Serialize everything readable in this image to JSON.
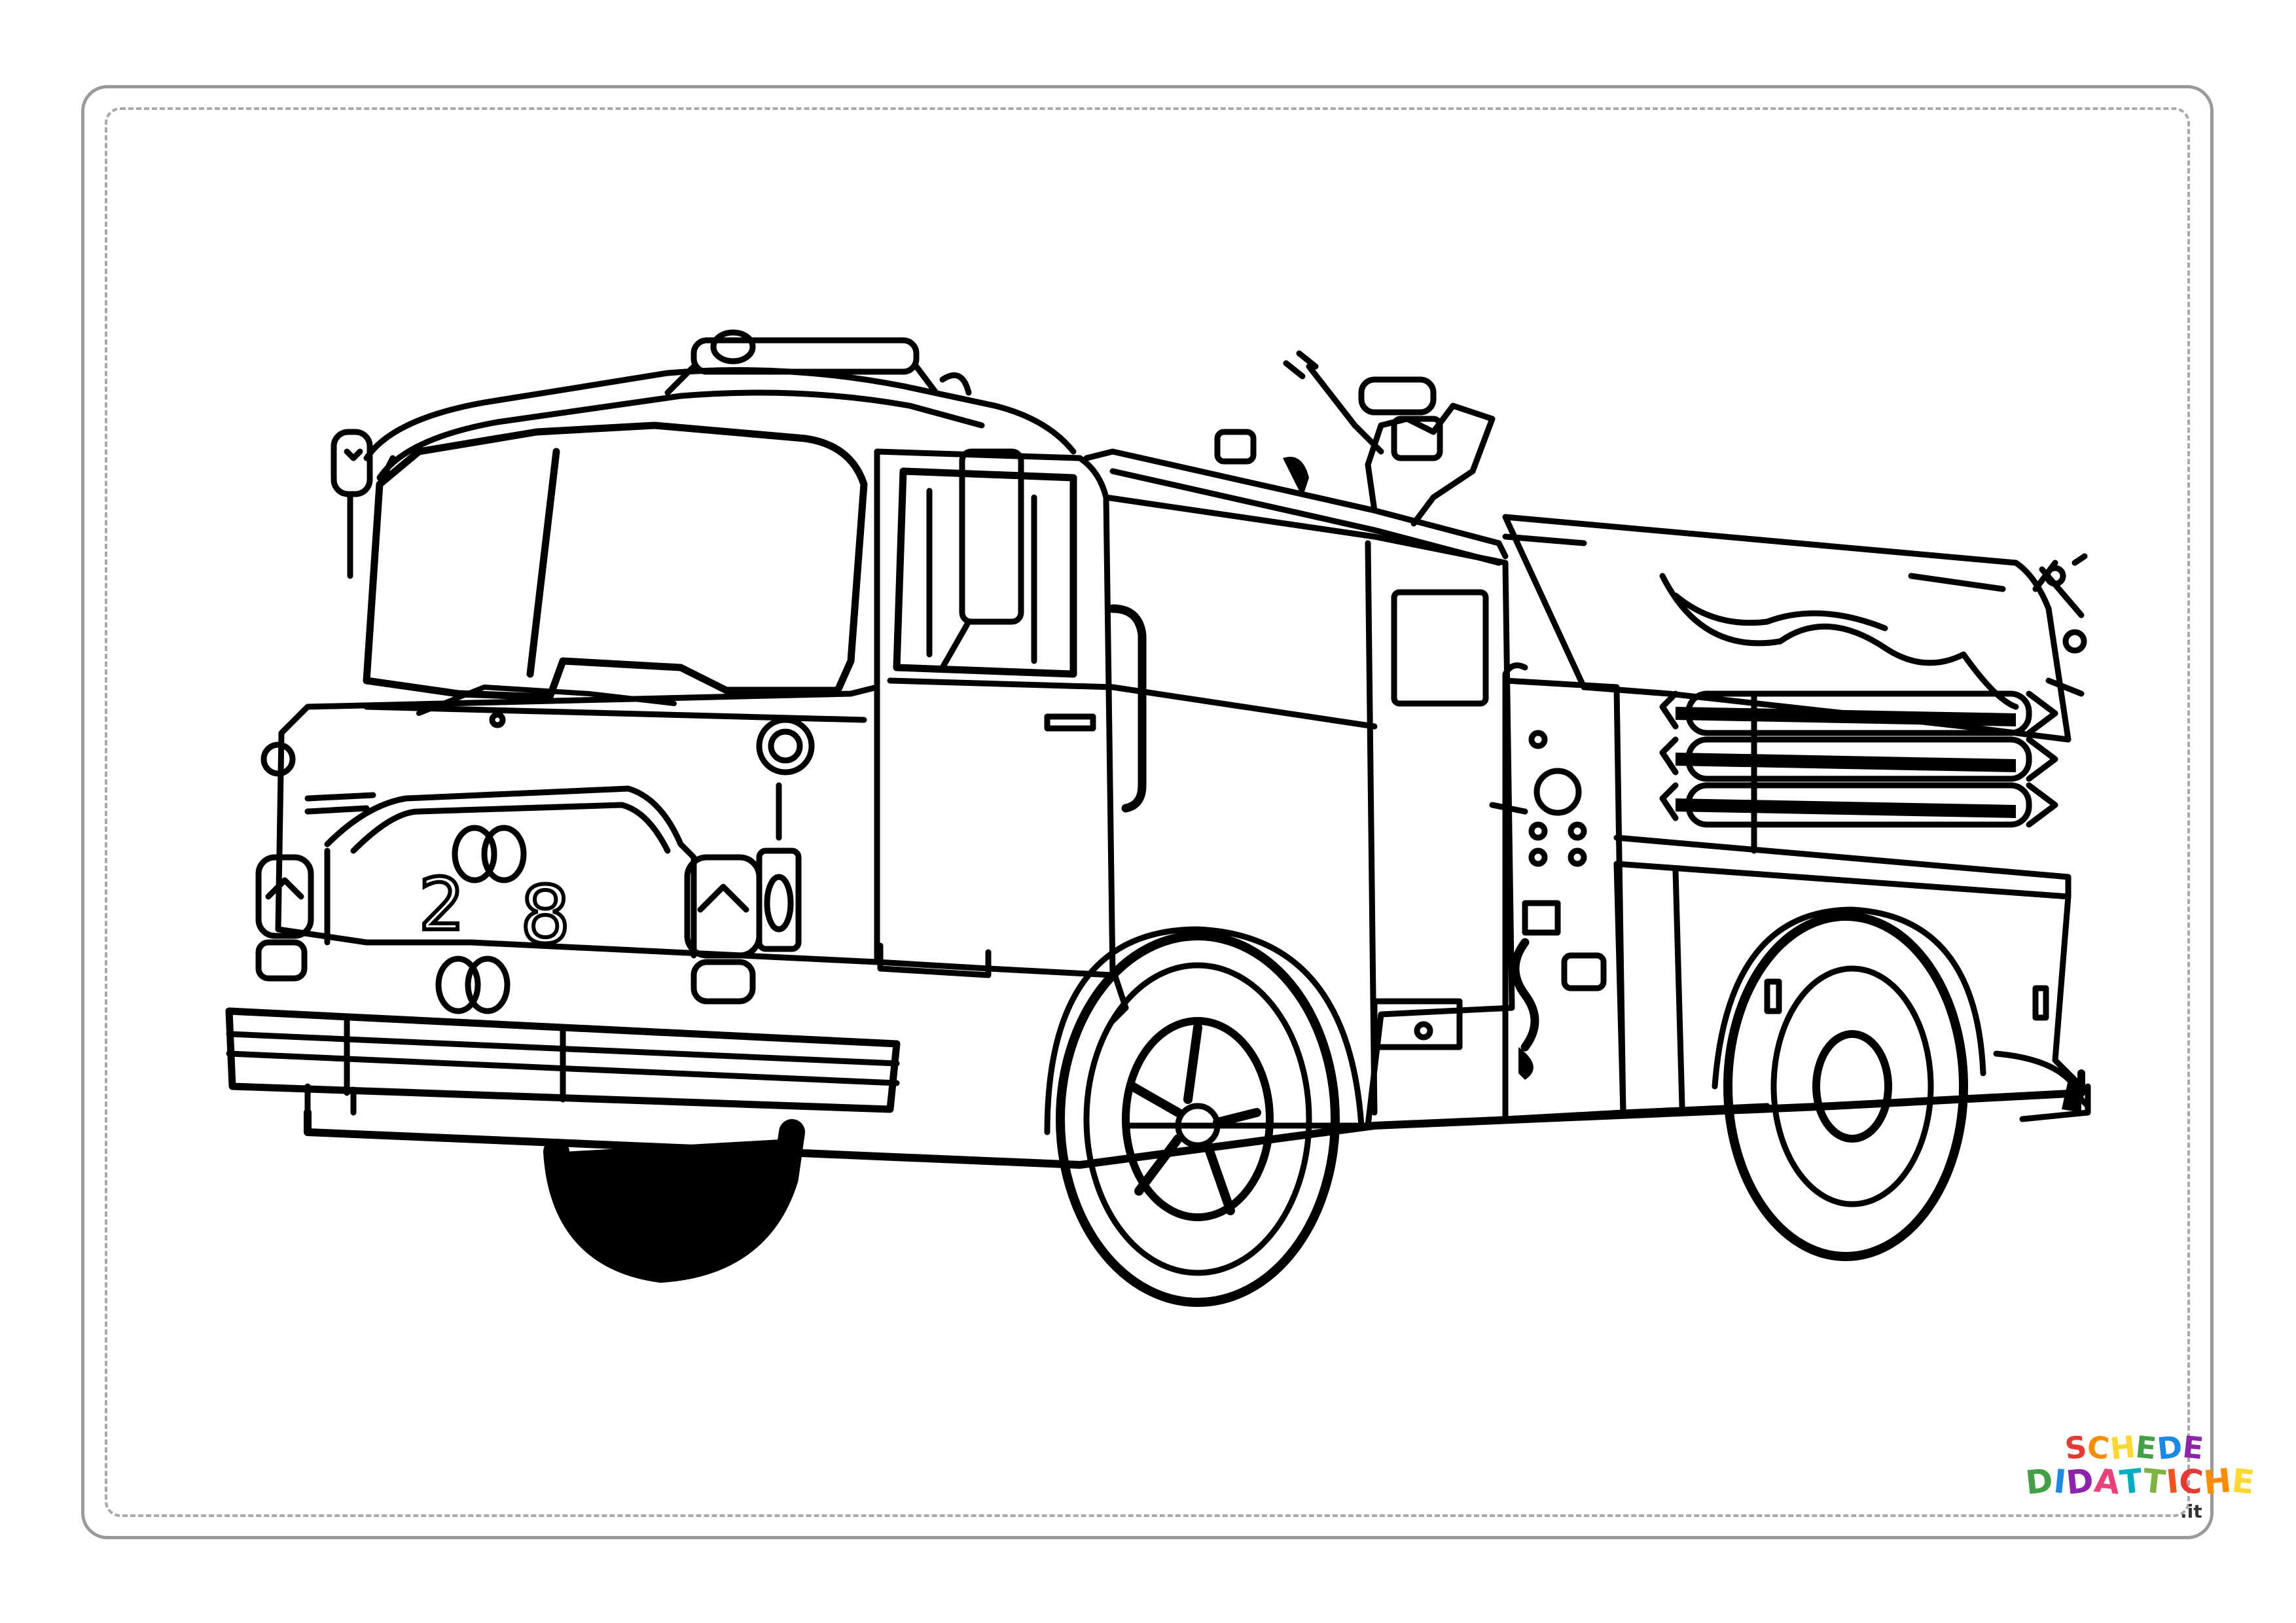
{
  "page": {
    "background": "#ffffff",
    "frame_color": "#9a9a9a",
    "line_color": "#000000"
  },
  "drawing": {
    "subject": "fire-truck",
    "number_plate": "2",
    "badge_digit": "8"
  },
  "logo": {
    "line1": "SCHEDE",
    "line2": "DIDATTICHE",
    "line3": ".it",
    "colors": [
      "#e53935",
      "#fb8c00",
      "#fdd835",
      "#43a047",
      "#1e88e5",
      "#8e24aa",
      "#ec407a",
      "#00acc1",
      "#7cb342",
      "#f4511e"
    ]
  }
}
